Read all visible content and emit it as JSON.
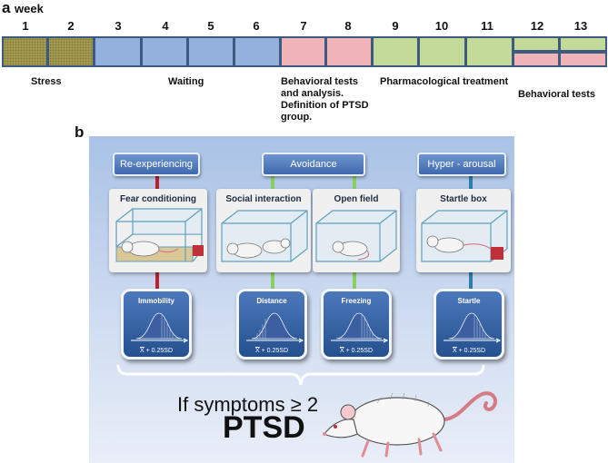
{
  "panel_a": {
    "letter": "a",
    "week_title": "week",
    "weeks": [
      "1",
      "2",
      "3",
      "4",
      "5",
      "6",
      "7",
      "8",
      "9",
      "10",
      "11",
      "12",
      "13"
    ],
    "labels": {
      "stress": "Stress",
      "waiting": "Waiting",
      "behavioral_1": "Behavioral tests",
      "behavioral_2": "and analysis.",
      "behavioral_3": "Definition of PTSD",
      "behavioral_4": "group.",
      "pharma": "Pharmacological treatment",
      "behavioral_final": "Behavioral tests"
    },
    "colors": {
      "stress": "#a39a52",
      "waiting": "#93b1dc",
      "behavioral": "#efb3b8",
      "pharmacological": "#c3da98",
      "border": "#3f5a80"
    }
  },
  "panel_b": {
    "letter": "b",
    "categories": {
      "reexp": "Re-experiencing",
      "avoid": "Avoidance",
      "hyper": "Hyper - arousal"
    },
    "tests": {
      "fear": "Fear conditioning",
      "social": "Social interaction",
      "open": "Open field",
      "startle": "Startle box"
    },
    "measures": {
      "immobility": "Immobility",
      "distance": "Distance",
      "freezing": "Freezing",
      "startle": "Startle"
    },
    "threshold": {
      "x": "X",
      "rest": " + 0.25SD"
    },
    "conclusion": {
      "line1": "If symptoms ≥ 2",
      "line2": "PTSD"
    },
    "colors": {
      "reexp_line": "#c0202a",
      "avoid_line": "#8ccf5e",
      "hyper_line": "#2d7fa7"
    }
  }
}
